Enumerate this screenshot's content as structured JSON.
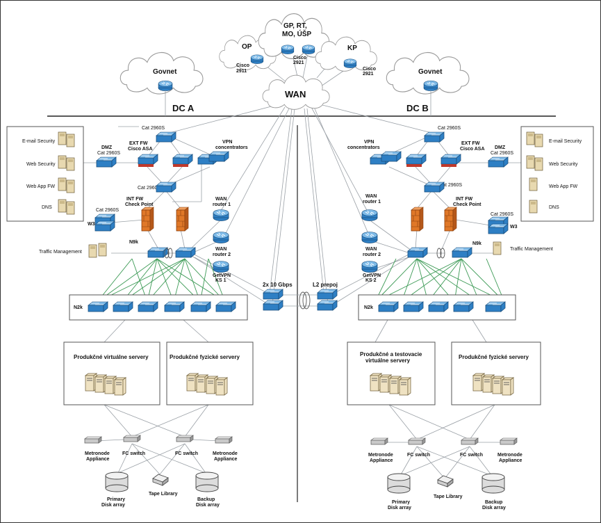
{
  "wan": {
    "label": "WAN"
  },
  "clouds": {
    "op": "OP",
    "gp": [
      "GP, RT,",
      "MO, ÚŠP"
    ],
    "kp": "KP",
    "govnet_a": "Govnet",
    "govnet_b": "Govnet"
  },
  "routers": {
    "cisco2911": [
      "Cisco",
      "2911"
    ],
    "cisco2921a": [
      "Cisco",
      "2921"
    ],
    "cisco2921b": [
      "Cisco",
      "2921"
    ]
  },
  "dc_a": {
    "title": "DC A",
    "services": [
      "E-mail Security",
      "Web Security",
      "Web App FW",
      "DNS"
    ],
    "dmz": "DMZ",
    "cat_top": "Cat 2960S",
    "cat_mid": "Cat 2960S",
    "cat_dmz": "Cat 2960S",
    "cat_w3": "Cat 2960S",
    "ext_fw": [
      "EXT FW",
      "Cisco ASA"
    ],
    "vpn": [
      "VPN",
      "concentrators"
    ],
    "int_fw": [
      "INT FW",
      "Check Point"
    ],
    "w3": "W3",
    "wan_r1": [
      "WAN",
      "router 1"
    ],
    "wan_r2": [
      "WAN",
      "router 2"
    ],
    "getvpn": [
      "GetVPN",
      "KS 1"
    ],
    "traffic": "Traffic Management",
    "n9k": "N9k",
    "n2k": "N2k",
    "srv_virtual": [
      "Produkčné virtuálne servery"
    ],
    "srv_physical": [
      "Produkčné fyzické servery"
    ],
    "metro_left": [
      "Metronode",
      "Appliance"
    ],
    "metro_right": [
      "Metronode",
      "Appliance"
    ],
    "fc_left": "FC switch",
    "fc_right": "FC switch",
    "primary": [
      "Primary",
      "Disk array"
    ],
    "tape": "Tape Library",
    "backup": [
      "Backup",
      "Disk array"
    ]
  },
  "dc_b": {
    "title": "DC B",
    "services": [
      "E-mail Security",
      "Web Security",
      "Web App FW",
      "DNS"
    ],
    "dmz": "DMZ",
    "cat_top": "Cat 2960S",
    "cat_mid": "Cat 2960S",
    "cat_dmz": "Cat 2960S",
    "cat_w3": "Cat 2960S",
    "ext_fw": [
      "EXT FW",
      "Cisco ASA"
    ],
    "vpn": [
      "VPN",
      "concentrators"
    ],
    "int_fw": [
      "INT FW",
      "Check Point"
    ],
    "w3": "W3",
    "wan_r1": [
      "WAN",
      "router 1"
    ],
    "wan_r2": [
      "WAN",
      "router 2"
    ],
    "getvpn": [
      "GetVPN",
      "KS 2"
    ],
    "traffic": "Traffic Management",
    "n9k": "N9k",
    "n2k": "N2k",
    "srv_virtual": [
      "Produkčné a testovacie",
      "virtuálne servery"
    ],
    "srv_physical": [
      "Produkčné fyzické servery"
    ],
    "metro_left": [
      "Metronode",
      "Appliance"
    ],
    "metro_right": [
      "Metronode",
      "Appliance"
    ],
    "fc_left": "FC switch",
    "fc_right": "FC switch",
    "primary": [
      "Primary",
      "Disk array"
    ],
    "tape": "Tape Library",
    "backup": [
      "Backup",
      "Disk array"
    ]
  },
  "interconnect": {
    "link": "2x 10 Gbps",
    "l2": "L2 prepoj"
  }
}
